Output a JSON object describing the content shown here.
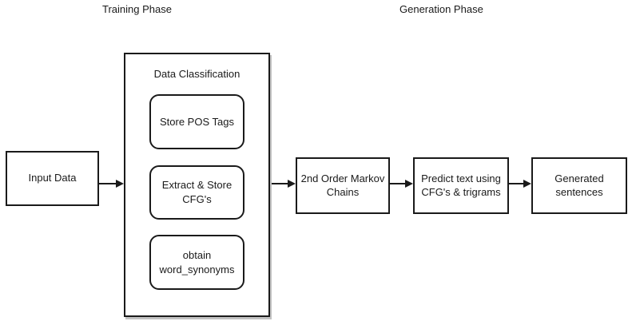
{
  "canvas": {
    "background": "#ffffff",
    "line_color": "#1a1a1a"
  },
  "labels": {
    "training_phase": "Training Phase",
    "generation_phase": "Generation Phase"
  },
  "nodes": {
    "input": {
      "label": "Input Data"
    },
    "classification": {
      "title": "Data Classification",
      "steps": [
        {
          "label": "Store POS Tags"
        },
        {
          "label": "Extract & Store CFG's"
        },
        {
          "label": "obtain word_synonyms"
        }
      ]
    },
    "markov": {
      "label": "2nd Order Markov Chains"
    },
    "predict": {
      "label": "Predict text using CFG's & trigrams"
    },
    "generated": {
      "label": "Generated sentences"
    }
  },
  "connections": [
    {
      "from": "input",
      "to": "classification"
    },
    {
      "from": "classification",
      "to": "markov"
    },
    {
      "from": "markov",
      "to": "predict"
    },
    {
      "from": "predict",
      "to": "generated"
    }
  ]
}
